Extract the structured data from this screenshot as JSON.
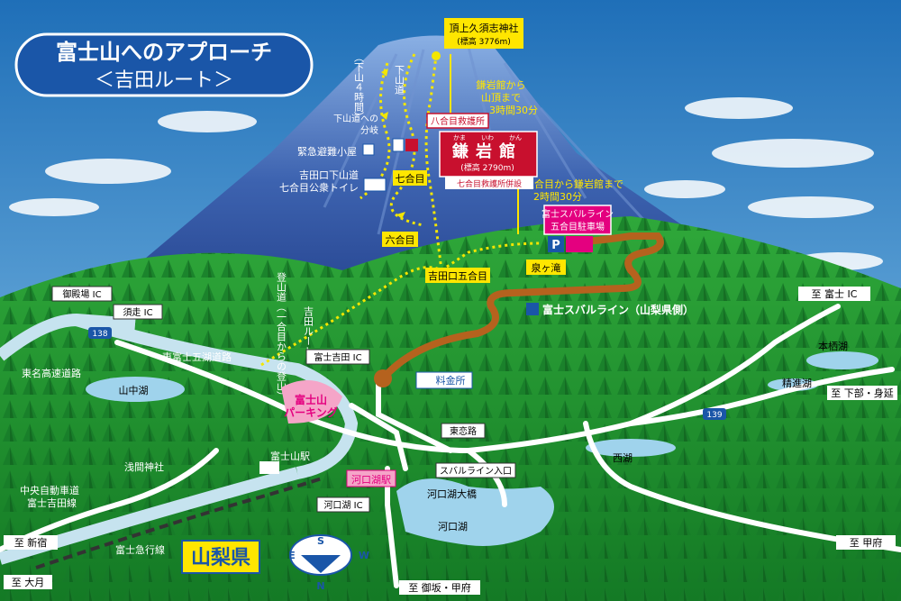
{
  "title": {
    "line1": "富士山へのアプローチ",
    "line2": "＜吉田ルート＞"
  },
  "summit": {
    "name": "頂上久須志神社",
    "elevation": "(標高 3776m)"
  },
  "descent_time": {
    "route": "下山道",
    "duration": "（下山４時間）"
  },
  "times": {
    "to_summit": [
      "鎌岩館から",
      "山頂まで",
      "3時間30分"
    ],
    "to_kamaiwa": [
      "五合目から鎌岩館まで",
      "2時間30分"
    ]
  },
  "labels": {
    "hachigome_aid": "八合目救護所",
    "descent_fork": [
      "下山道への",
      "分岐"
    ],
    "shelter": "緊急避難小屋",
    "toilet": [
      "吉田口下山道",
      "七合目公衆トイレ"
    ],
    "nanagome": "七合目",
    "rokugome": "六合目",
    "gogome": "吉田口五合目",
    "izumigataki": "泉ヶ滝",
    "climbing_trail": [
      "吉田ルート",
      "登山道（一合目からの登山）"
    ],
    "subaru_parking": [
      "富士スバルライン",
      "五合目駐車場"
    ],
    "subaru_line": "富士スバルライン（山梨県側）",
    "tollgate": "料金所",
    "fujiyoshida_ic": "富士吉田 IC",
    "fujisan_parking": [
      "富士山",
      "パーキング"
    ],
    "higashikoiji": "東恋路",
    "subaru_entrance": "スバルライン入口",
    "gotemba_ic": "御殿場 IC",
    "subashiri_ic": "須走 IC",
    "higashi_fuji_goko": "東富士五湖道路",
    "tomei": "東名高速道路",
    "yamanakako": "山中湖",
    "fujisan_station": "富士山駅",
    "sengen_shrine": "浅間神社",
    "kawaguchiko_station": "河口湖駅",
    "kawaguchiko_ic": "河口湖 IC",
    "chuo_expressway": [
      "中央自動車道",
      "富士吉田線"
    ],
    "fujikyu_line": "富士急行線",
    "kawaguchiko_bridge": "河口湖大橋",
    "kawaguchiko": "河口湖",
    "saiko": "西湖",
    "motosuko": "本栖湖",
    "shojiko": "精進湖",
    "to_fuji": "至 富士 IC",
    "to_shimobe": "至 下部・身延",
    "to_kofu": "至 甲府",
    "to_gyoku": "至 御坂・甲府",
    "to_shinjuku": "至 新宿",
    "to_otsuki": "至 大月",
    "yamanashi": "山梨県",
    "route138": "138",
    "route139": "139"
  },
  "kamaiwakan": {
    "ruby": [
      "かま",
      "いわ",
      "かん"
    ],
    "name": "鎌岩館",
    "elevation": "(標高 2790m)",
    "note": "七合目救護所併設"
  },
  "compass": {
    "n": "N",
    "s": "S",
    "e": "E",
    "w": "W"
  },
  "colors": {
    "sky": "#2f7fc6",
    "mountain": "#2d4f9c",
    "forest": "#1c8a2e",
    "road": "#ffffff",
    "subaru_line": "#b5621e",
    "trail": "#f3e600",
    "label_yellow": "#ffe600",
    "kamaiwakan_red": "#c8102e",
    "station_pink": "#e4007f",
    "lake": "#9fd3ec"
  }
}
